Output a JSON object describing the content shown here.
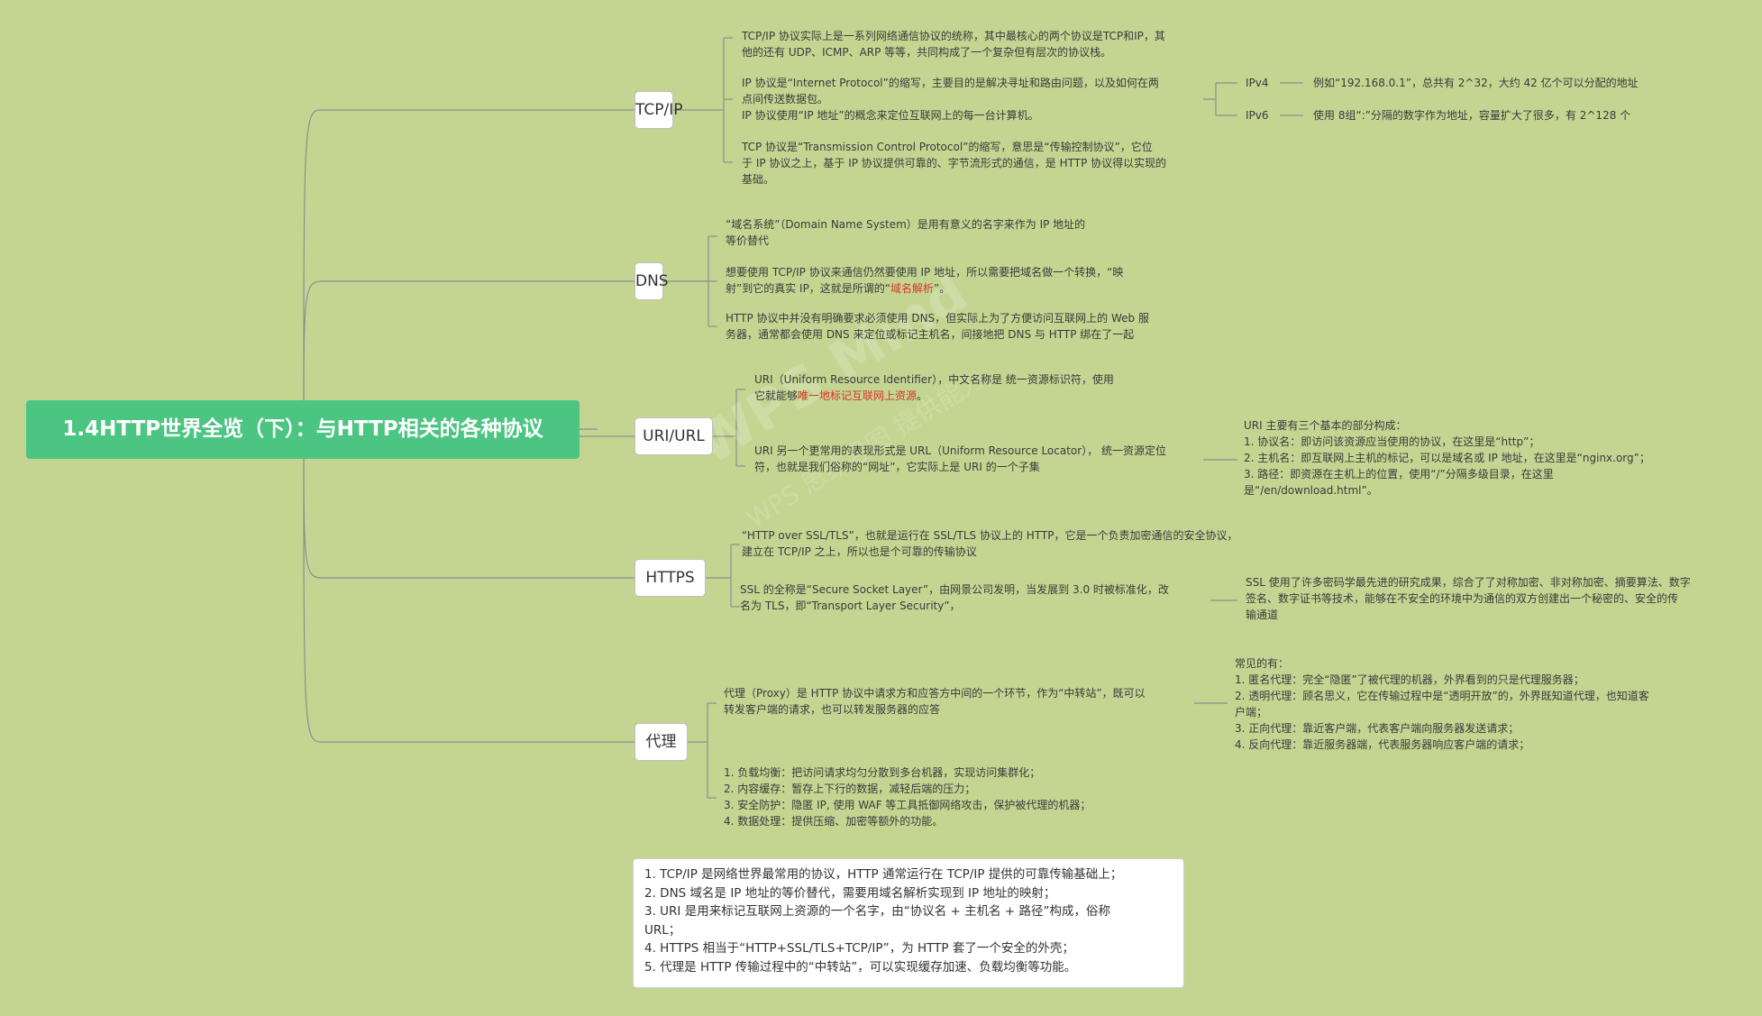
{
  "root": {
    "title": "1.4HTTP世界全览（下）：与HTTP相关的各种协议"
  },
  "branches": {
    "tcpip": {
      "label": "TCP/IP",
      "leaf1": [
        "TCP/IP 协议实际上是一系列网络通信协议的统称，其中最核心的两个协议是TCP和IP，其",
        "他的还有 UDP、ICMP、ARP 等等，共同构成了一个复杂但有层次的协议栈。"
      ],
      "leaf2": [
        "IP 协议是“Internet Protocol”的缩写，主要目的是解决寻址和路由问题，以及如何在两",
        "点间传送数据包。",
        "IP 协议使用“IP 地址”的概念来定位互联网上的每一台计算机。"
      ],
      "ipv4": {
        "label": "IPv4",
        "text": "例如“192.168.0.1”，总共有 2^32，大约 42 亿个可以分配的地址"
      },
      "ipv6": {
        "label": "IPv6",
        "text": "使用 8组“:”分隔的数字作为地址，容量扩大了很多，有 2^128 个"
      },
      "leaf3": [
        "TCP 协议是“Transmission Control Protocol”的缩写，意思是“传输控制协议”，它位",
        "于 IP 协议之上，基于 IP 协议提供可靠的、字节流形式的通信，是 HTTP 协议得以实现的",
        "基础。"
      ]
    },
    "dns": {
      "label": "DNS",
      "leaf1": [
        "“域名系统”（Domain Name System）是用有意义的名字来作为 IP 地址的",
        "等价替代"
      ],
      "leaf2_line1": "想要使用 TCP/IP 协议来通信仍然要使用 IP 地址，所以需要把域名做一个转换，“映",
      "leaf2_line2_a": "射”到它的真实 IP，这就是所谓的“",
      "leaf2_line2_red": "域名解析",
      "leaf2_line2_b": "”。",
      "leaf3": [
        "HTTP 协议中并没有明确要求必须使用 DNS，但实际上为了方便访问互联网上的 Web 服",
        "务器，通常都会使用 DNS 来定位或标记主机名，间接地把 DNS 与 HTTP 绑在了一起"
      ]
    },
    "uri": {
      "label": "URI/URL",
      "leaf1_line1": "URI（Uniform Resource Identifier），中文名称是 统一资源标识符，使用",
      "leaf1_line2_a": "它就能够",
      "leaf1_line2_red": "唯一地标记互联网上资源",
      "leaf1_line2_b": "。",
      "leaf2": [
        "URI 另一个更常用的表现形式是 URL（Uniform Resource Locator）， 统一资源定位",
        "符，也就是我们俗称的“网址”，它实际上是 URI 的一个子集"
      ],
      "detail": [
        "URI 主要有三个基本的部分构成：",
        "1. 协议名：即访问该资源应当使用的协议，在这里是“http”；",
        "2. 主机名：即互联网上主机的标记，可以是域名或 IP 地址，在这里是“nginx.org”；",
        "3. 路径：即资源在主机上的位置，使用“/”分隔多级目录，在这里",
        "是“/en/download.html”。"
      ]
    },
    "https": {
      "label": "HTTPS",
      "leaf1": [
        "“HTTP over SSL/TLS”，也就是运行在 SSL/TLS 协议上的 HTTP，它是一个负责加密通信的安全协议，",
        "建立在 TCP/IP 之上，所以也是个可靠的传输协议"
      ],
      "leaf2": [
        "SSL 的全称是“Secure Socket Layer”，由网景公司发明，当发展到 3.0 时被标准化，改",
        "名为 TLS，即“Transport Layer Security”，"
      ],
      "detail": [
        "SSL 使用了许多密码学最先进的研究成果，综合了了对称加密、非对称加密、摘要算法、数字",
        "签名、数字证书等技术，能够在不安全的环境中为通信的双方创建出一个秘密的、安全的传",
        "输通道"
      ]
    },
    "proxy": {
      "label": "代理",
      "leaf1": [
        "代理（Proxy）是 HTTP 协议中请求方和应答方中间的一个环节，作为“中转站”，既可以",
        "转发客户端的请求，也可以转发服务器的应答"
      ],
      "detail": [
        "常见的有：",
        "1. 匿名代理：完全“隐匿”了被代理的机器，外界看到的只是代理服务器；",
        "2. 透明代理：顾名思义，它在传输过程中是“透明开放”的，外界既知道代理，也知道客",
        "户端；",
        "3. 正向代理：靠近客户端，代表客户端向服务器发送请求；",
        "4. 反向代理：靠近服务器端，代表服务器响应客户端的请求；"
      ],
      "leaf2": [
        "1. 负载均衡：把访问请求均匀分散到多台机器，实现访问集群化；",
        "2. 内容缓存：暂存上下行的数据，减轻后端的压力；",
        "3. 安全防护：隐匿 IP, 使用 WAF 等工具抵御网络攻击，保护被代理的机器；",
        "4. 数据处理：提供压缩、加密等额外的功能。"
      ]
    }
  },
  "summary": [
    "1. TCP/IP 是网络世界最常用的协议，HTTP 通常运行在 TCP/IP 提供的可靠传输基础上；",
    "2. DNS 域名是 IP 地址的等价替代，需要用域名解析实现到 IP 地址的映射；",
    "3. URI 是用来标记互联网上资源的一个名字，由“协议名 + 主机名 + 路径”构成，俗称",
    "URL；",
    "4. HTTPS 相当于“HTTP+SSL/TLS+TCP/IP”，为 HTTP 套了一个安全的外壳；",
    "5. 代理是 HTTP 传输过程中的“中转站”，可以实现缓存加速、负载均衡等功能。"
  ],
  "watermark": {
    "line1": "WPS Mind",
    "line2": "WPS 思维导图 提供能力"
  },
  "colors": {
    "background": "#c4d592",
    "root": "#4cc583",
    "highlight": "#d9342b",
    "connector": "#8e8e8e"
  }
}
